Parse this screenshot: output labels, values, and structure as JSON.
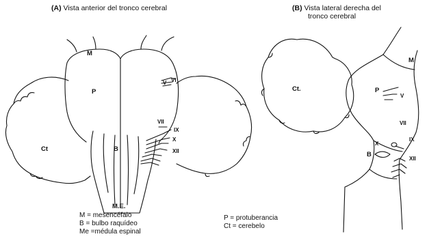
{
  "panel_a": {
    "tag": "(A)",
    "title": "Vista anterior del tronco cerebral",
    "labels": {
      "m": "M",
      "p": "P",
      "ct": "Ct",
      "b": "B",
      "me": "M.E.",
      "v": "V",
      "vi": "VI",
      "vii": "VII",
      "ix": "IX",
      "x": "X",
      "xii": "XII"
    }
  },
  "panel_b": {
    "tag": "(B)",
    "title_line1": "Vista lateral derecha del",
    "title_line2": "tronco cerebral",
    "labels": {
      "ct": "Ct.",
      "m": "M",
      "p": "P",
      "b": "B",
      "v": "V",
      "vii": "VII",
      "ix": "IX",
      "x": "X",
      "xii": "XII"
    }
  },
  "legend": {
    "m": "M = mesencéfalo",
    "b": "B = bulbo raquídeo",
    "me": "Me =médula espinal",
    "p": "P = protuberancia",
    "ct": "Ct = cerebelo"
  }
}
